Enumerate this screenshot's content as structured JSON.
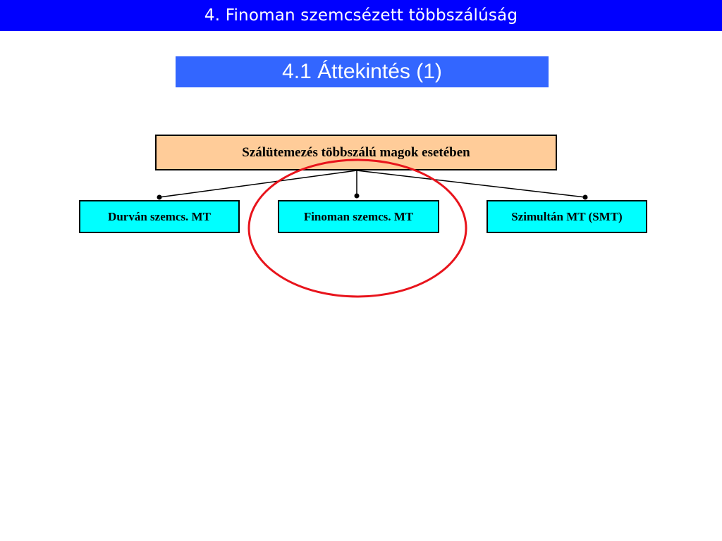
{
  "header": {
    "title": "4. Finoman szemcsézett többszálúság"
  },
  "subtitle": "4.1 Áttekintés (1)",
  "diagram": {
    "root": "Szálütemezés többszálú magok esetében",
    "children": [
      "Durván szemcs. MT",
      "Finoman szemcs. MT",
      "Szimultán MT (SMT)"
    ],
    "highlighted_child": "Finoman szemcs. MT"
  },
  "colors": {
    "header_bar": "#0000ff",
    "subtitle_box": "#3366ff",
    "root_node": "#ffcc99",
    "child_nodes": "#00ffff",
    "highlight_ellipse": "#e8141c"
  }
}
